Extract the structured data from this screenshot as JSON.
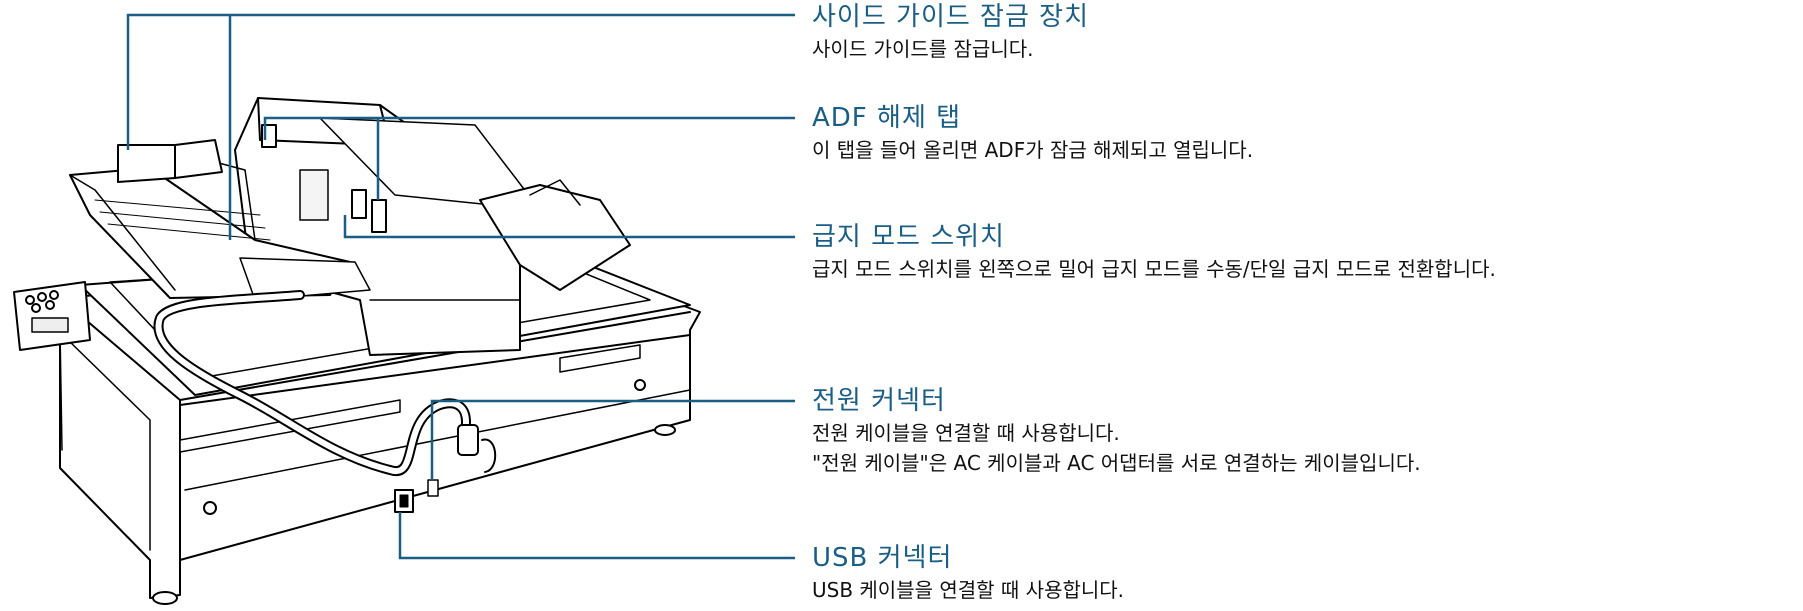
{
  "accent_color": "#1b5e85",
  "image": {
    "subject": "scanner-with-flatbed-and-adf",
    "icon": "scanner-illustration"
  },
  "callouts": [
    {
      "title": "사이드 가이드 잠금 장치",
      "desc": [
        "사이드 가이드를 잠급니다."
      ]
    },
    {
      "title": "ADF 해제 탭",
      "desc": [
        "이 탭을 들어 올리면 ADF가 잠금 해제되고 열립니다."
      ]
    },
    {
      "title": "급지 모드 스위치",
      "desc": [
        "급지 모드 스위치를 왼쪽으로 밀어 급지 모드를 수동/단일 급지 모드로 전환합니다."
      ]
    },
    {
      "title": "전원 커넥터",
      "desc": [
        "전원 케이블을 연결할 때 사용합니다.",
        "\"전원 케이블\"은 AC 케이블과 AC 어댑터를 서로 연결하는 케이블입니다."
      ]
    },
    {
      "title": "USB 커넥터",
      "desc": [
        "USB 케이블을 연결할 때 사용합니다."
      ]
    }
  ]
}
